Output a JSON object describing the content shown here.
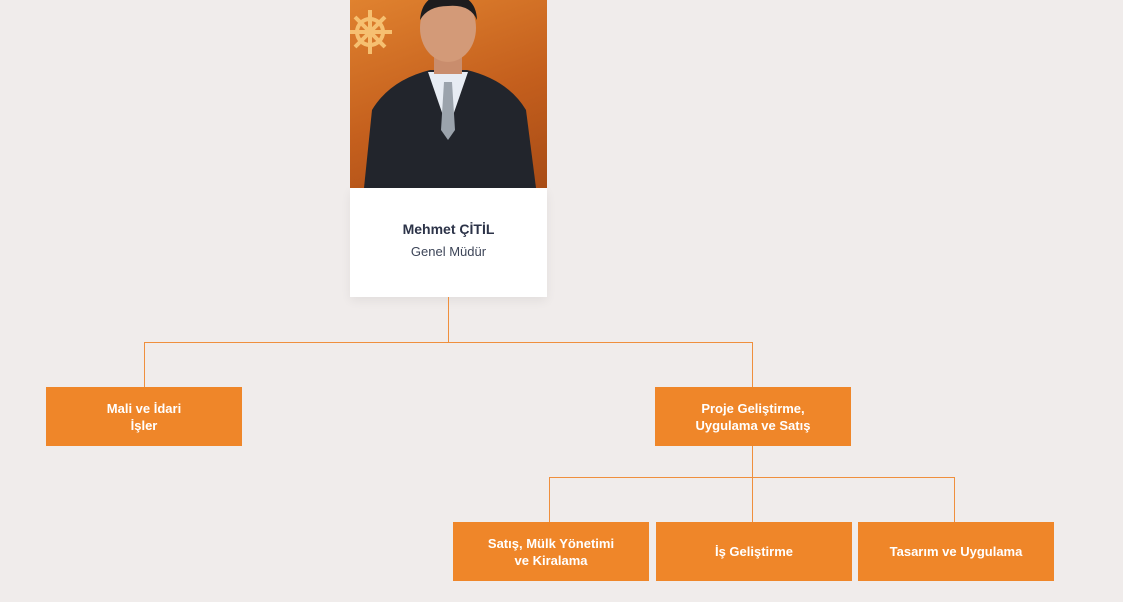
{
  "ceo": {
    "name": "Mehmet ÇİTİL",
    "title": "Genel Müdür",
    "photo_icon": "person-portrait-icon"
  },
  "level1": [
    {
      "label": "Mali ve İdari\nİşler"
    },
    {
      "label": "Proje Geliştirme,\nUygulama ve Satış"
    }
  ],
  "level2": [
    {
      "label": "Satış, Mülk Yönetimi\nve Kiralama"
    },
    {
      "label": "İş Geliştirme"
    },
    {
      "label": "Tasarım ve Uygulama"
    }
  ],
  "colors": {
    "accent": "#ef8629",
    "background": "#f0eceb",
    "name_text": "#2c3348",
    "connector": "#ef8f3d"
  }
}
